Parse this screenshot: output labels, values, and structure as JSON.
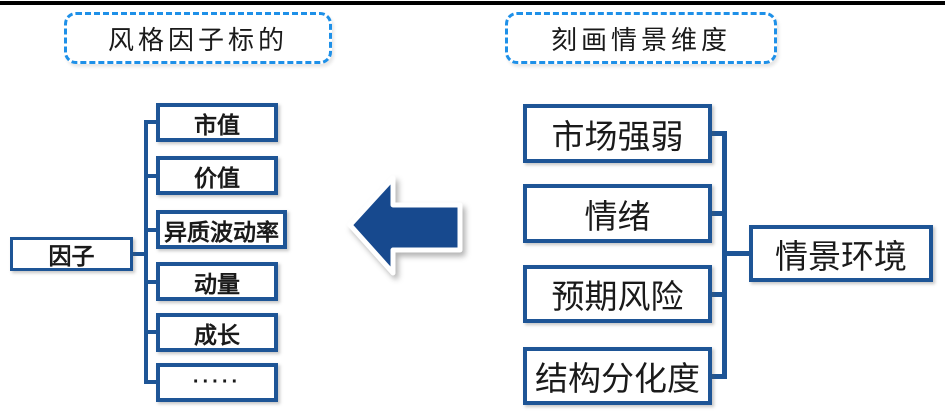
{
  "left_panel": {
    "header": "风格因子标的",
    "root": "因子",
    "items": [
      "市值",
      "价值",
      "异质波动率",
      "动量",
      "成长",
      "·····"
    ]
  },
  "right_panel": {
    "header": "刻画情景维度",
    "items": [
      "市场强弱",
      "情绪",
      "预期风险",
      "结构分化度"
    ],
    "root": "情景环境"
  },
  "arrow": {
    "direction": "left"
  },
  "colors": {
    "navy": "#1E5596",
    "azure": "#1E90E8",
    "arrow": "#17498E",
    "ink": "#1A1A1A"
  }
}
